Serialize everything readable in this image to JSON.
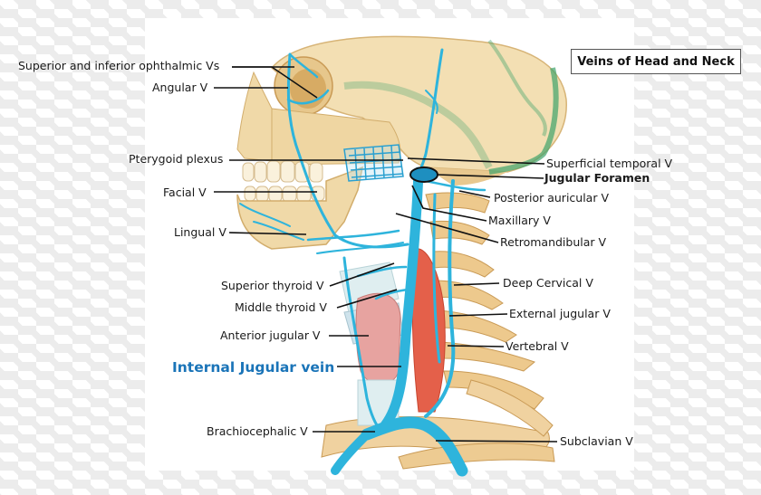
{
  "title": "Veins of Head and Neck",
  "colors": {
    "bone": "#f0d9a8",
    "bone_shadow": "#d9b577",
    "vein": "#2eb4dc",
    "vein_dark": "#1e8fc0",
    "sinus": "#3ea36b",
    "muscle": "#e4604a",
    "thyroid": "#e7a3a0",
    "label_line": "#111111",
    "highlight_label": "#1a74b8"
  },
  "labels": {
    "left": [
      {
        "text": "Superior and inferior ophthalmic Vs"
      },
      {
        "text": "Angular V"
      },
      {
        "text": "Pterygoid plexus"
      },
      {
        "text": "Facial V"
      },
      {
        "text": "Lingual V"
      },
      {
        "text": "Superior thyroid V"
      },
      {
        "text": "Middle thyroid V"
      },
      {
        "text": "Anterior jugular V"
      },
      {
        "text": "Internal Jugular vein"
      },
      {
        "text": "Brachiocephalic  V"
      }
    ],
    "right": [
      {
        "text": "Superficial temporal V"
      },
      {
        "text": "Jugular Foramen"
      },
      {
        "text": "Posterior auricular V"
      },
      {
        "text": "Maxillary V"
      },
      {
        "text": "Retromandibular V"
      },
      {
        "text": "Deep Cervical V"
      },
      {
        "text": "External jugular V"
      },
      {
        "text": "Vertebral V"
      },
      {
        "text": "Subclavian V"
      }
    ]
  }
}
